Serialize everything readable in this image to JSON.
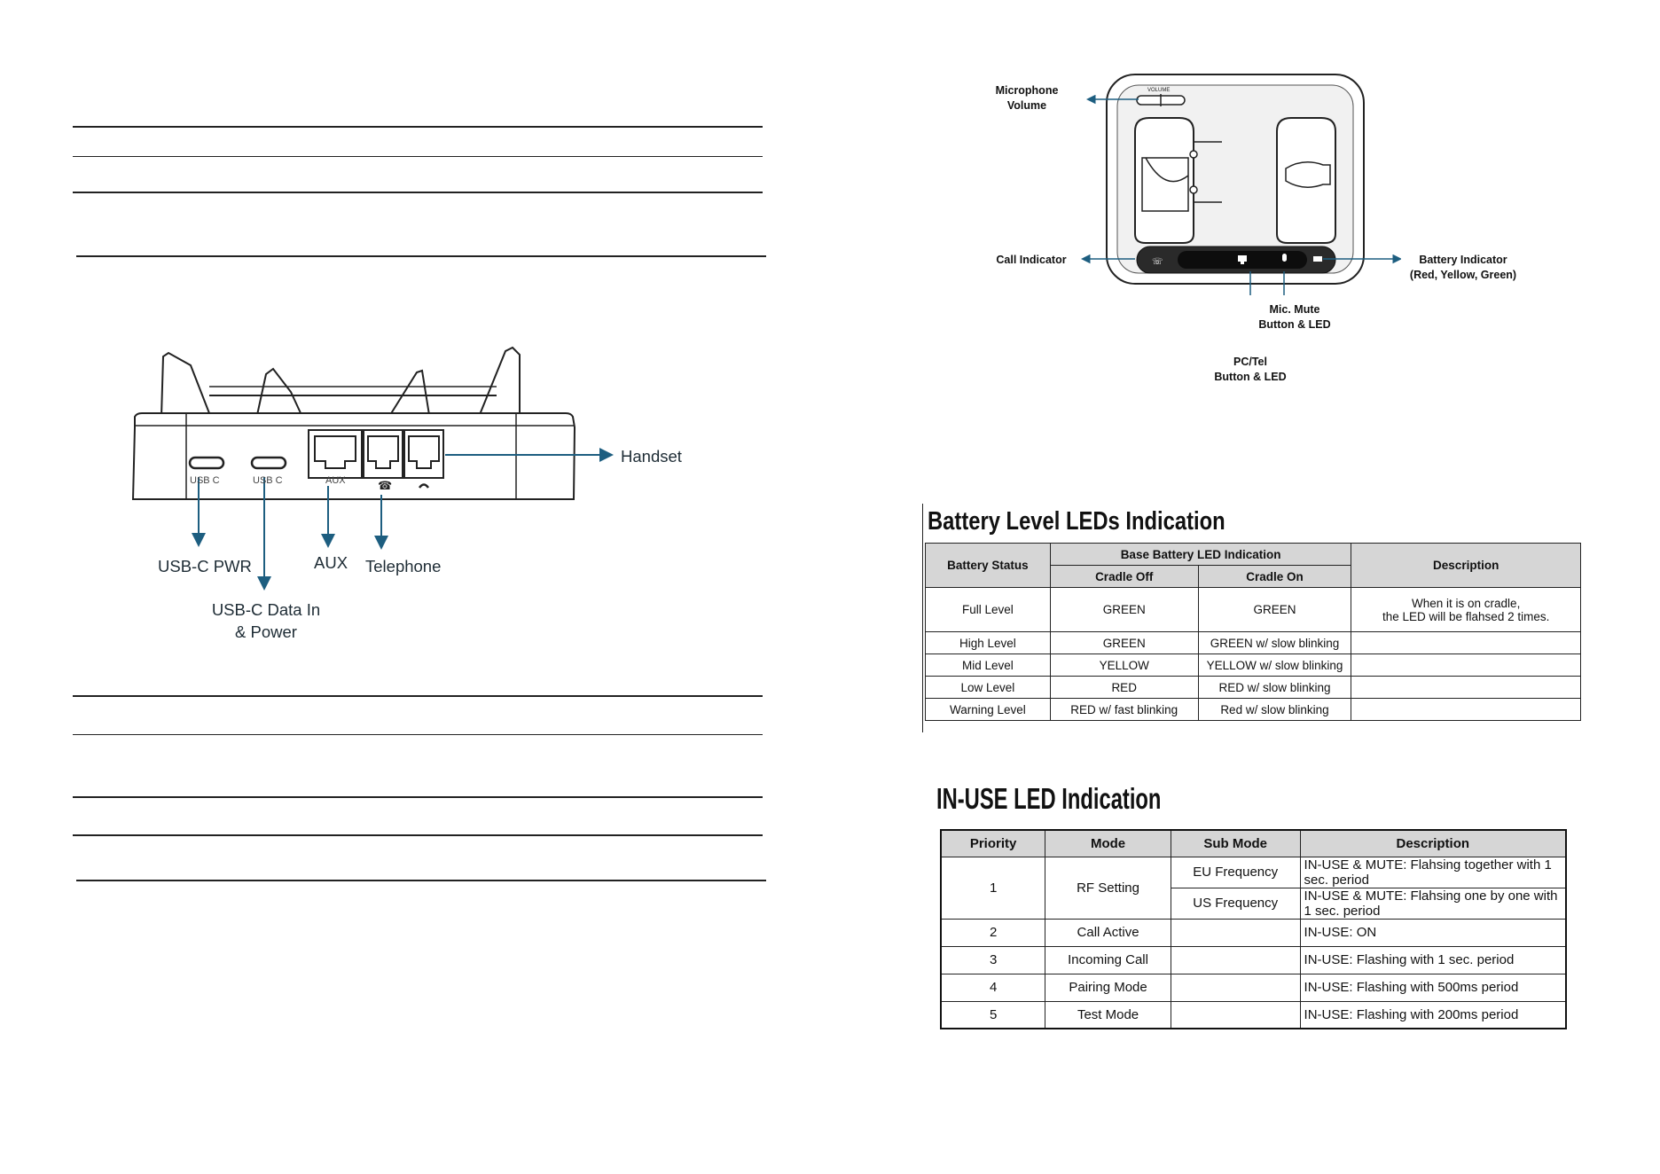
{
  "left_page": {
    "cradle_labels": {
      "handset": "Handset",
      "usb_c_pwr": "USB-C PWR",
      "usb_c_data_line1": "USB-C Data In",
      "usb_c_data_line2": "& Power",
      "aux": "AUX",
      "telephone": "Telephone"
    },
    "port_labels": [
      "USB C",
      "USB C",
      "AUX"
    ]
  },
  "top_view": {
    "volume_label": "VOLUME",
    "microphone_volume_line1": "Microphone",
    "microphone_volume_line2": "Volume",
    "call_indicator": "Call Indicator",
    "battery_indicator_line1": "Battery Indicator",
    "battery_indicator_line2": "(Red, Yellow, Green)",
    "mic_mute_line1": "Mic. Mute",
    "mic_mute_line2": "Button & LED",
    "pc_tel_line1": "PC/Tel",
    "pc_tel_line2": "Button & LED"
  },
  "battery_table": {
    "title": "Battery Level LEDs Indication",
    "headers": {
      "battery_status": "Battery Status",
      "base_indication": "Base Battery LED Indication",
      "cradle_off": "Cradle Off",
      "cradle_on": "Cradle On",
      "description": "Description"
    },
    "rows": [
      {
        "status": "Full Level",
        "off": "GREEN",
        "on": "GREEN",
        "desc1": "When it is on cradle,",
        "desc2": "the LED will be flahsed 2 times."
      },
      {
        "status": "High Level",
        "off": "GREEN",
        "on": "GREEN w/ slow blinking",
        "desc1": "",
        "desc2": ""
      },
      {
        "status": "Mid Level",
        "off": "YELLOW",
        "on": "YELLOW w/ slow blinking",
        "desc1": "",
        "desc2": ""
      },
      {
        "status": "Low Level",
        "off": "RED",
        "on": "RED w/ slow blinking",
        "desc1": "",
        "desc2": ""
      },
      {
        "status": "Warning Level",
        "off": "RED w/ fast blinking",
        "on": "Red w/ slow blinking",
        "desc1": "",
        "desc2": ""
      }
    ]
  },
  "inuse_table": {
    "title": "IN-USE LED Indication",
    "headers": {
      "priority": "Priority",
      "mode": "Mode",
      "sub_mode": "Sub Mode",
      "description": "Description"
    },
    "rf_row": {
      "priority": "1",
      "mode": "RF Setting",
      "eu_sub": "EU Frequency",
      "eu_desc": "IN-USE & MUTE: Flahsing together with 1 sec. period",
      "us_sub": "US Frequency",
      "us_desc": "IN-USE & MUTE: Flahsing one by one with 1 sec. period"
    },
    "rows": [
      {
        "priority": "2",
        "mode": "Call Active",
        "sub": "",
        "desc": "IN-USE: ON"
      },
      {
        "priority": "3",
        "mode": "Incoming Call",
        "sub": "",
        "desc": "IN-USE: Flashing with 1 sec. period"
      },
      {
        "priority": "4",
        "mode": "Pairing Mode",
        "sub": "",
        "desc": "IN-USE: Flashing with 500ms period"
      },
      {
        "priority": "5",
        "mode": "Test Mode",
        "sub": "",
        "desc": "IN-USE: Flashing with 200ms period"
      }
    ]
  }
}
